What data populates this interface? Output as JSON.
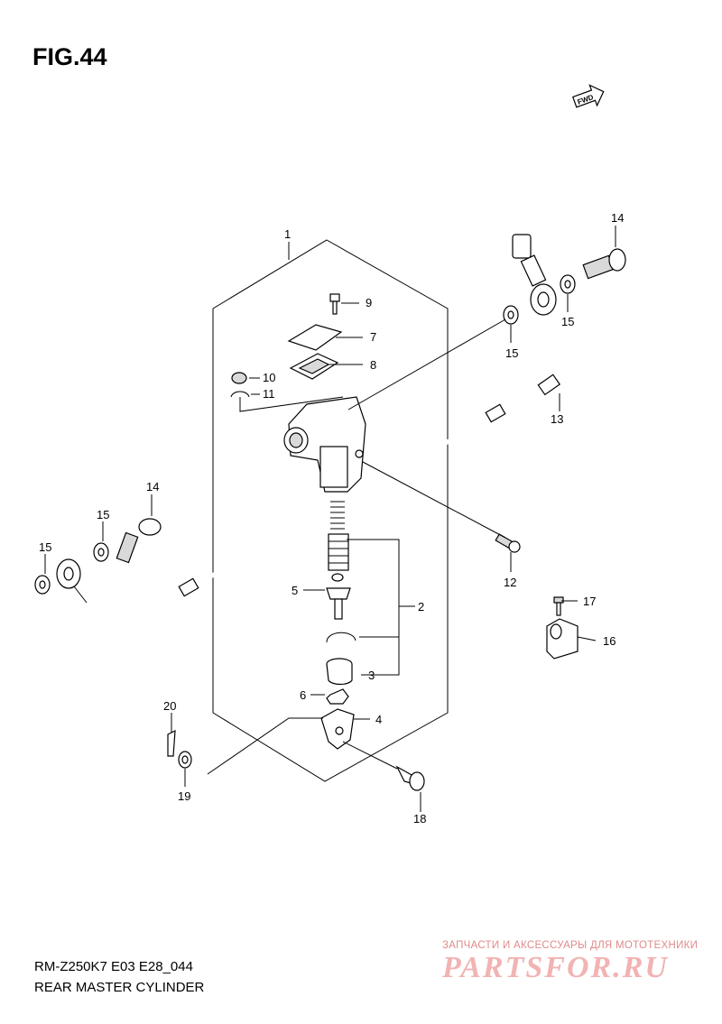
{
  "figure_label": "FIG.44",
  "fwd_badge": "FWD",
  "model_code": "RM-Z250K7 E03 E28_044",
  "diagram_title": "REAR MASTER CYLINDER",
  "watermark": {
    "tagline": "ЗАПЧАСТИ И АКСЕССУАРЫ ДЛЯ МОТОТЕХНИКИ",
    "logo": "PARTSFOR.RU"
  },
  "callouts": [
    "1",
    "2",
    "3",
    "4",
    "5",
    "6",
    "7",
    "8",
    "9",
    "10",
    "11",
    "12",
    "13",
    "14",
    "14",
    "15",
    "15",
    "15",
    "15",
    "16",
    "17",
    "18",
    "19",
    "20"
  ]
}
